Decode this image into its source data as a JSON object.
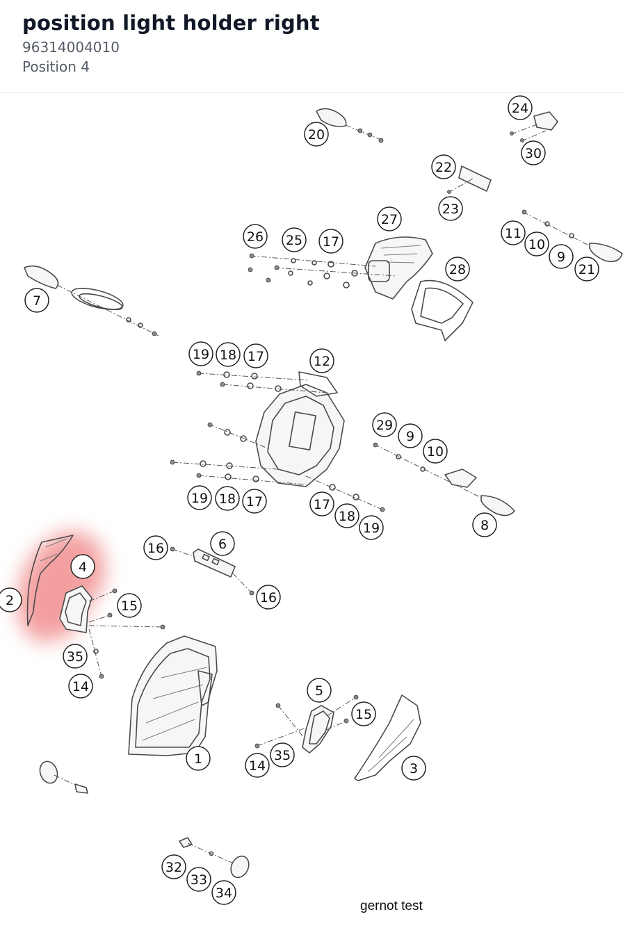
{
  "header": {
    "title": "position light holder right",
    "part_number": "96314004010",
    "position": "Position 4"
  },
  "diagram": {
    "footer_text": "gernot test",
    "highlight_color": "#f08080",
    "highlighted_callout": "4",
    "callouts": [
      {
        "id": "c20",
        "label": "20"
      },
      {
        "id": "c24",
        "label": "24"
      },
      {
        "id": "c30",
        "label": "30"
      },
      {
        "id": "c22",
        "label": "22"
      },
      {
        "id": "c23",
        "label": "23"
      },
      {
        "id": "c27",
        "label": "27"
      },
      {
        "id": "c26",
        "label": "26"
      },
      {
        "id": "c25",
        "label": "25"
      },
      {
        "id": "c17a",
        "label": "17"
      },
      {
        "id": "c11",
        "label": "11"
      },
      {
        "id": "c10a",
        "label": "10"
      },
      {
        "id": "c9a",
        "label": "9"
      },
      {
        "id": "c21",
        "label": "21"
      },
      {
        "id": "c28",
        "label": "28"
      },
      {
        "id": "c7",
        "label": "7"
      },
      {
        "id": "c19a",
        "label": "19"
      },
      {
        "id": "c18a",
        "label": "18"
      },
      {
        "id": "c17b",
        "label": "17"
      },
      {
        "id": "c12",
        "label": "12"
      },
      {
        "id": "c29",
        "label": "29"
      },
      {
        "id": "c9b",
        "label": "9"
      },
      {
        "id": "c10b",
        "label": "10"
      },
      {
        "id": "c19b",
        "label": "19"
      },
      {
        "id": "c18b",
        "label": "18"
      },
      {
        "id": "c17c",
        "label": "17"
      },
      {
        "id": "c17d",
        "label": "17"
      },
      {
        "id": "c18c",
        "label": "18"
      },
      {
        "id": "c19c",
        "label": "19"
      },
      {
        "id": "c8",
        "label": "8"
      },
      {
        "id": "c16a",
        "label": "16"
      },
      {
        "id": "c6",
        "label": "6"
      },
      {
        "id": "c16b",
        "label": "16"
      },
      {
        "id": "c4",
        "label": "4"
      },
      {
        "id": "c2",
        "label": "2"
      },
      {
        "id": "c15a",
        "label": "15"
      },
      {
        "id": "c35a",
        "label": "35"
      },
      {
        "id": "c14a",
        "label": "14"
      },
      {
        "id": "c5",
        "label": "5"
      },
      {
        "id": "c15b",
        "label": "15"
      },
      {
        "id": "c1",
        "label": "1"
      },
      {
        "id": "c35b",
        "label": "35"
      },
      {
        "id": "c14b",
        "label": "14"
      },
      {
        "id": "c3",
        "label": "3"
      },
      {
        "id": "c32",
        "label": "32"
      },
      {
        "id": "c33",
        "label": "33"
      },
      {
        "id": "c34",
        "label": "34"
      }
    ]
  }
}
